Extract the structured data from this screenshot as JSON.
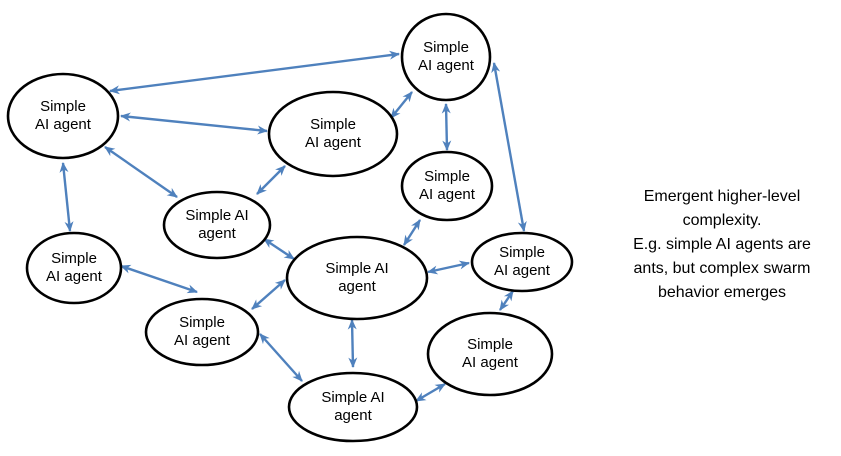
{
  "diagram": {
    "nodes": [
      {
        "id": "agent-top",
        "label": "Simple\nAI agent"
      },
      {
        "id": "agent-left",
        "label": "Simple\nAI agent"
      },
      {
        "id": "agent-mid-upper",
        "label": "Simple\nAI agent"
      },
      {
        "id": "agent-upper-middle",
        "label": "Simple\nAI agent"
      },
      {
        "id": "agent-left-middle",
        "label": "Simple AI\nagent"
      },
      {
        "id": "agent-bottom-left",
        "label": "Simple\nAI agent"
      },
      {
        "id": "agent-lower-left",
        "label": "Simple\nAI agent"
      },
      {
        "id": "agent-center",
        "label": "Simple AI\nagent"
      },
      {
        "id": "agent-right",
        "label": "Simple\nAI agent"
      },
      {
        "id": "agent-bottom-right",
        "label": "Simple\nAI agent"
      },
      {
        "id": "agent-bottom-center",
        "label": "Simple AI\nagent"
      }
    ],
    "annotation": "Emergent higher-level\ncomplexity.\nE.g. simple AI agents are\nants, but complex swarm\nbehavior emerges",
    "colors": {
      "arrow": "#4F81BD",
      "node_stroke": "#000000",
      "node_fill": "#ffffff",
      "text": "#000000"
    }
  }
}
